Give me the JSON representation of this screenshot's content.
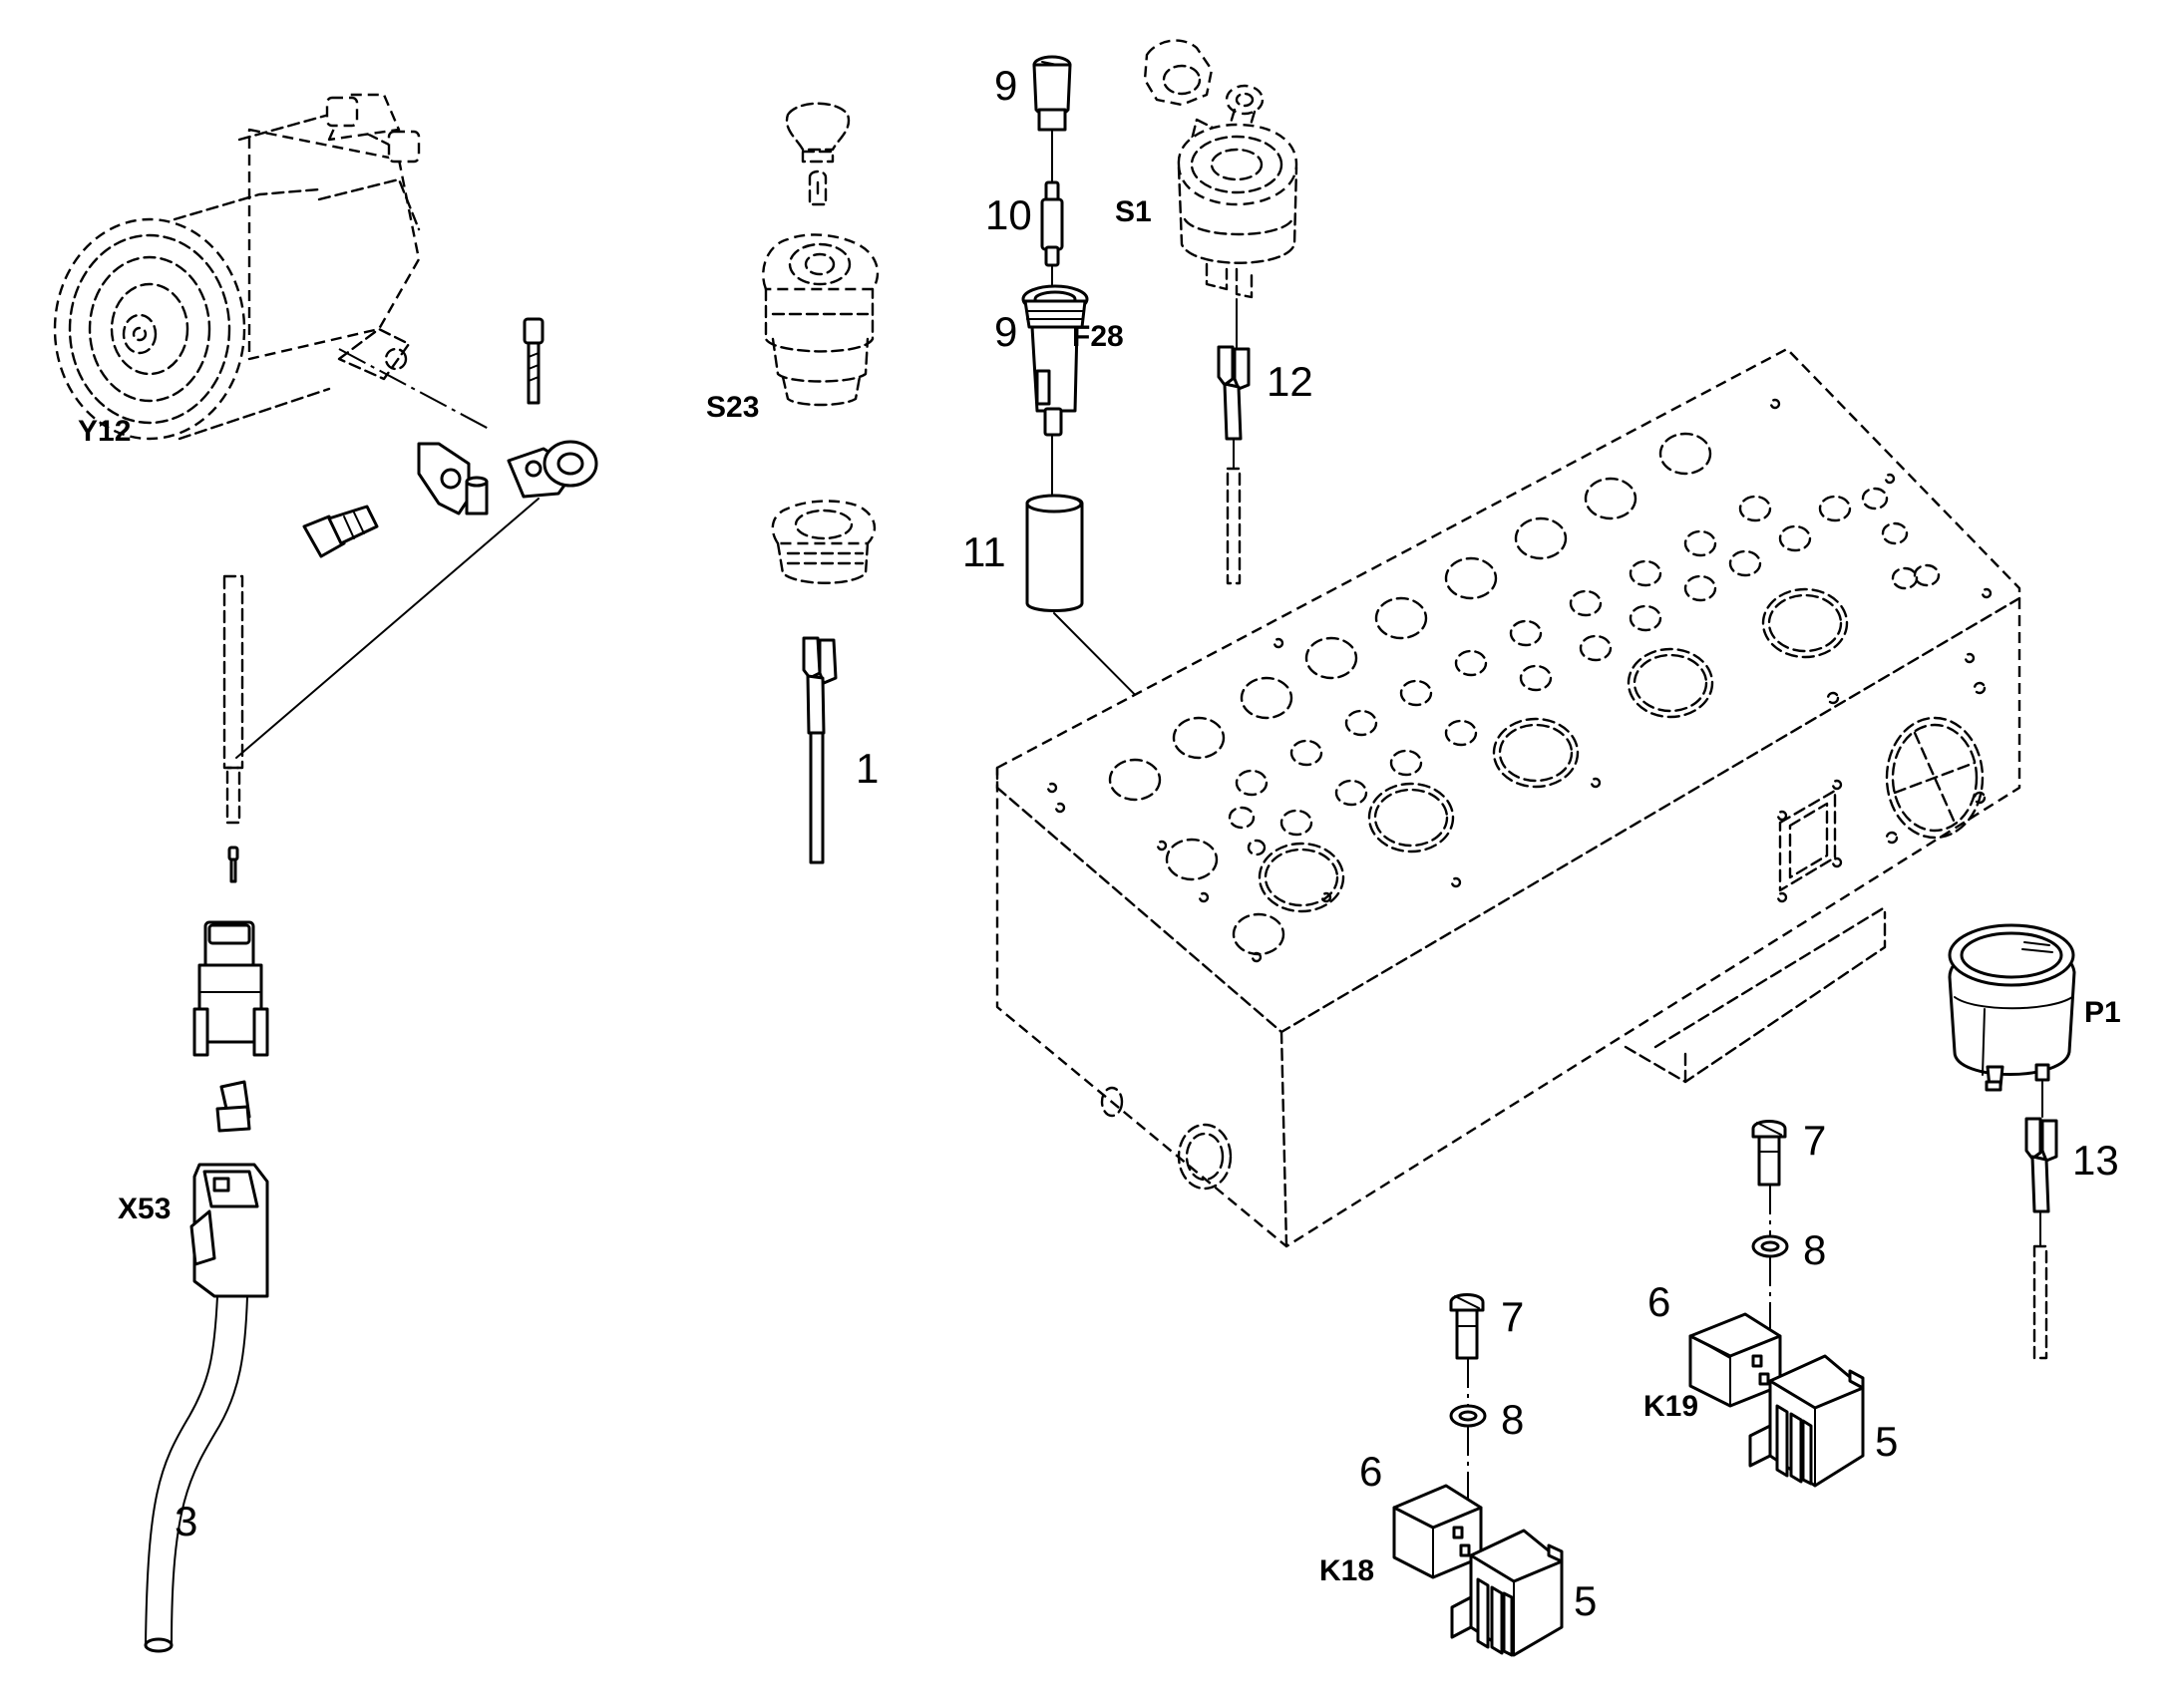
{
  "callouts": {
    "n1": "1",
    "n3": "3",
    "n5a": "5",
    "n5b": "5",
    "n6a": "6",
    "n6b": "6",
    "n7a": "7",
    "n7b": "7",
    "n8a": "8",
    "n8b": "8",
    "n9a": "9",
    "n9b": "9",
    "n10": "10",
    "n11": "11",
    "n12": "12",
    "n13": "13"
  },
  "references": {
    "y12": "Y12",
    "s23": "S23",
    "s1": "S1",
    "f28": "F28",
    "x53": "X53",
    "p1": "P1",
    "k18": "K18",
    "k19": "K19"
  }
}
